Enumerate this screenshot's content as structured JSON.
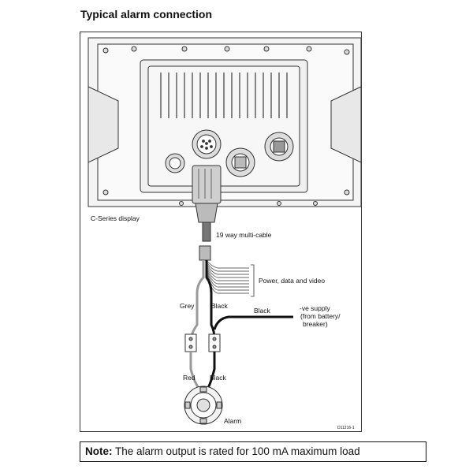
{
  "title": "Typical alarm connection",
  "labels": {
    "display": "C-Series display",
    "cable": "19 way multi-cable",
    "power": "Power, data and video",
    "grey": "Grey",
    "black_top": "Black",
    "black_side": "Black",
    "supply_1": "-ve supply",
    "supply_2": "(from battery/",
    "supply_3": "breaker)",
    "red": "Red",
    "black_bottom": "Black",
    "alarm": "Alarm",
    "code": "D11216-1"
  },
  "note": {
    "prefix": "Note:",
    "text": "The alarm output is rated for 100 mA maximum load"
  },
  "colors": {
    "outline": "#333333",
    "grey_wire": "#9a9a9a",
    "black_wire": "#111111"
  }
}
